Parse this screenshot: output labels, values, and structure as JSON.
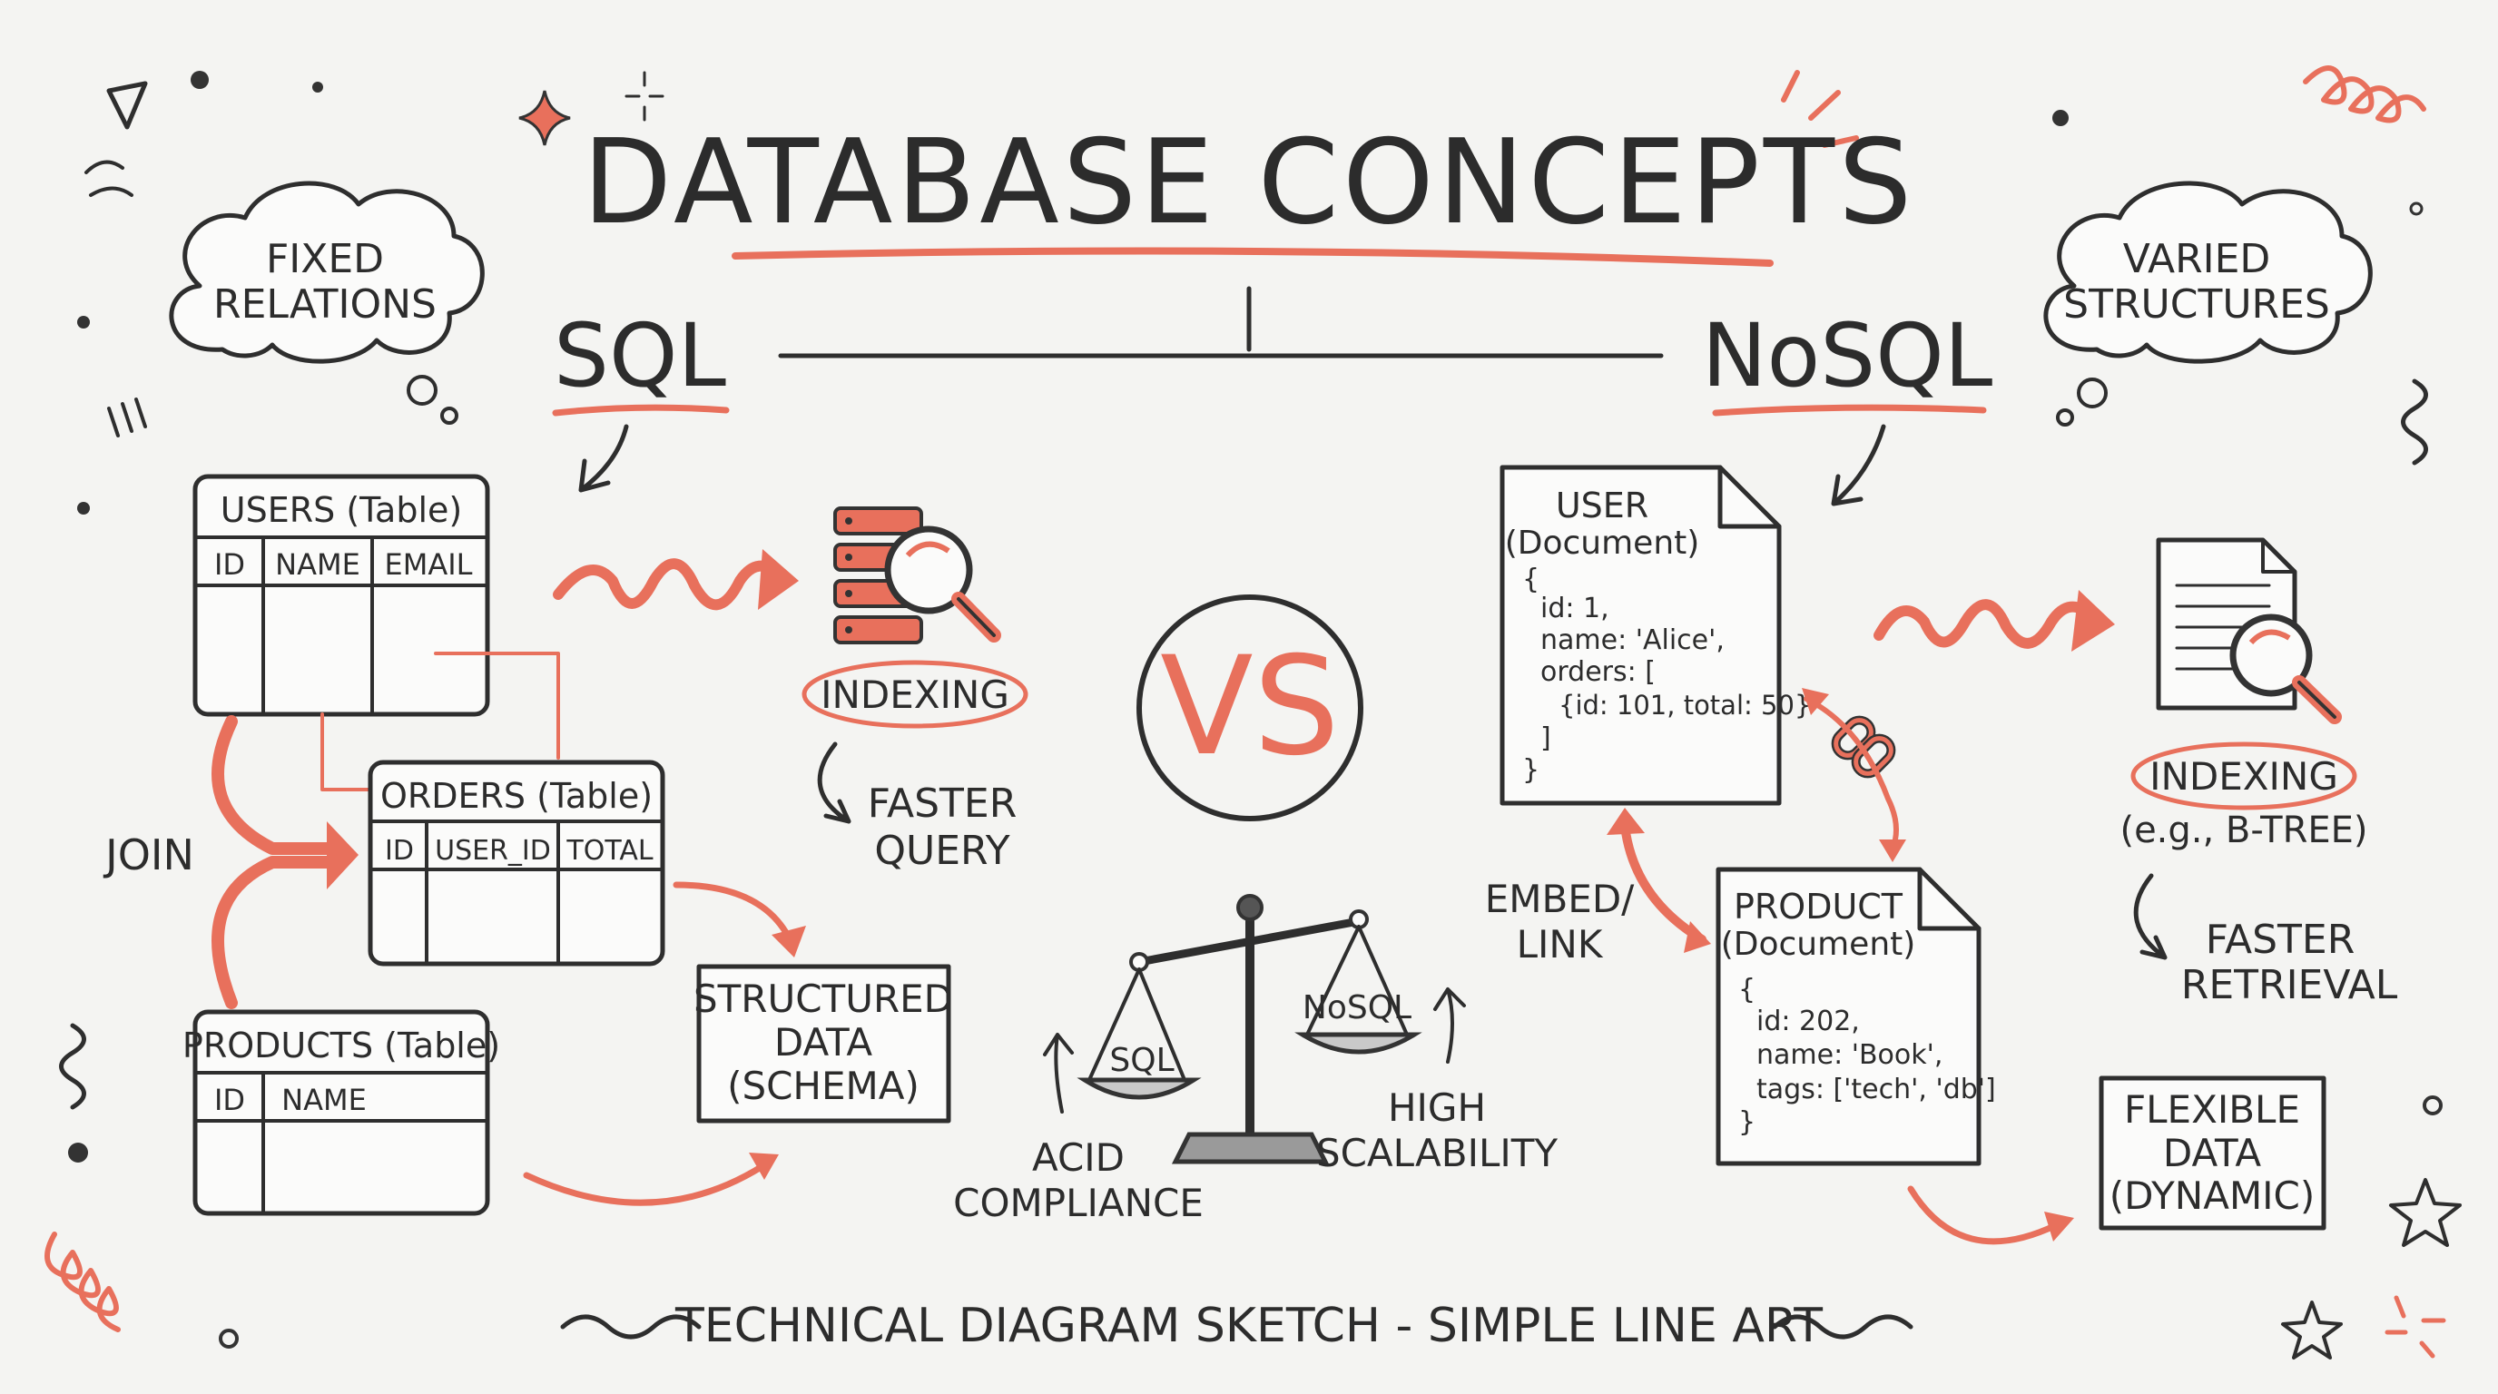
{
  "title": "DATABASE CONCEPTS",
  "footer": "TECHNICAL DIAGRAM SKETCH - SIMPLE LINE ART",
  "vs": "VS",
  "colors": {
    "ink": "#2e2e2e",
    "accent": "#e8705c",
    "background": "#f4f4f2"
  },
  "sql": {
    "label": "SQL",
    "thought": [
      "FIXED",
      "RELATIONS"
    ],
    "join": "JOIN",
    "tables": [
      {
        "name": "USERS (Table)",
        "columns": [
          "ID",
          "NAME",
          "EMAIL"
        ]
      },
      {
        "name": "ORDERS (Table)",
        "columns": [
          "ID",
          "USER_ID",
          "TOTAL"
        ]
      },
      {
        "name": "PRODUCTS (Table)",
        "columns": [
          "ID",
          "NAME"
        ]
      }
    ],
    "indexing": "INDEXING",
    "result": [
      "FASTER",
      "QUERY"
    ],
    "structured": [
      "STRUCTURED",
      "DATA",
      "(SCHEMA)"
    ]
  },
  "nosql": {
    "label": "NoSQL",
    "thought": [
      "VARIED",
      "STRUCTURES"
    ],
    "user_doc": {
      "title": [
        "USER",
        "(Document)"
      ],
      "lines": [
        "{",
        "id: 1,",
        "name: 'Alice',",
        "orders: [",
        "{id: 101, total: 50}",
        "]",
        "}"
      ]
    },
    "product_doc": {
      "title": [
        "PRODUCT",
        "(Document)"
      ],
      "lines": [
        "{",
        "id: 202,",
        "name: 'Book',",
        "tags: ['tech', 'db']",
        "}"
      ]
    },
    "embed": [
      "EMBED/",
      "LINK"
    ],
    "indexing": "INDEXING",
    "indexing_note": "(e.g., B-TREE)",
    "result": [
      "FASTER",
      "RETRIEVAL"
    ],
    "flexible": [
      "FLEXIBLE",
      "DATA",
      "(DYNAMIC)"
    ]
  },
  "scale": {
    "left_pan": "SQL",
    "right_pan": "NoSQL",
    "left_label": [
      "ACID",
      "COMPLIANCE"
    ],
    "right_label": [
      "HIGH",
      "SCALABILITY"
    ]
  },
  "icons": [
    "server-magnifier-icon",
    "document-magnifier-icon",
    "chain-link-icon",
    "balance-scale-icon",
    "thought-cloud-icon",
    "star-icon",
    "sparkle-icon",
    "squiggle-icon"
  ]
}
